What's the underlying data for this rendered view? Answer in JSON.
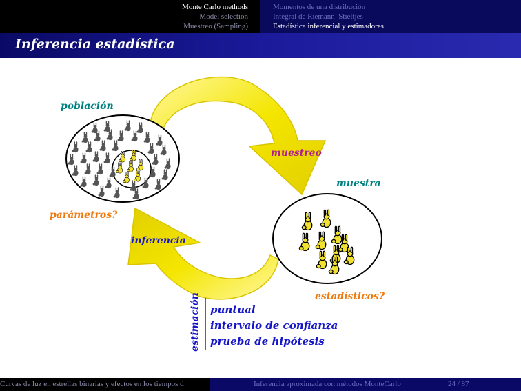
{
  "nav": {
    "left": [
      {
        "label": "Monte Carlo methods",
        "active": true
      },
      {
        "label": "Model selection",
        "active": false
      },
      {
        "label": "Muestreo (Sampling)",
        "active": false
      }
    ],
    "right": [
      {
        "label": "Momentos de una distribución",
        "active": false
      },
      {
        "label": "Integral de Riemann–Stieltjes",
        "active": false
      },
      {
        "label": "Estadística inferencial y estimadores",
        "active": true
      }
    ]
  },
  "frame": {
    "title": "Inferencia estadística"
  },
  "diagram": {
    "poblacion": "población",
    "muestreo": "muestreo",
    "muestra": "muestra",
    "parametros": "parámetros?",
    "inferencia": "inferencia",
    "estadisticos": "estadísticos?",
    "estimacion": "estimación",
    "estimation_types": [
      "puntual",
      "intervalo de confianza",
      "prueba de hipótesis"
    ]
  },
  "colors": {
    "teal": "#008080",
    "orange": "#ee7a10",
    "purple": "#b0208c",
    "blue": "#1515c8",
    "arrow_yellow": "#f2e400",
    "rabbit_gray": "#555555",
    "rabbit_yellow": "#f0e030"
  },
  "footer": {
    "left": "Curvas de luz en estrellas binarias y efectos en los tiempos d",
    "center": "Inferencia aproximada con métodos MonteCarlo",
    "page": "24 / 87"
  }
}
